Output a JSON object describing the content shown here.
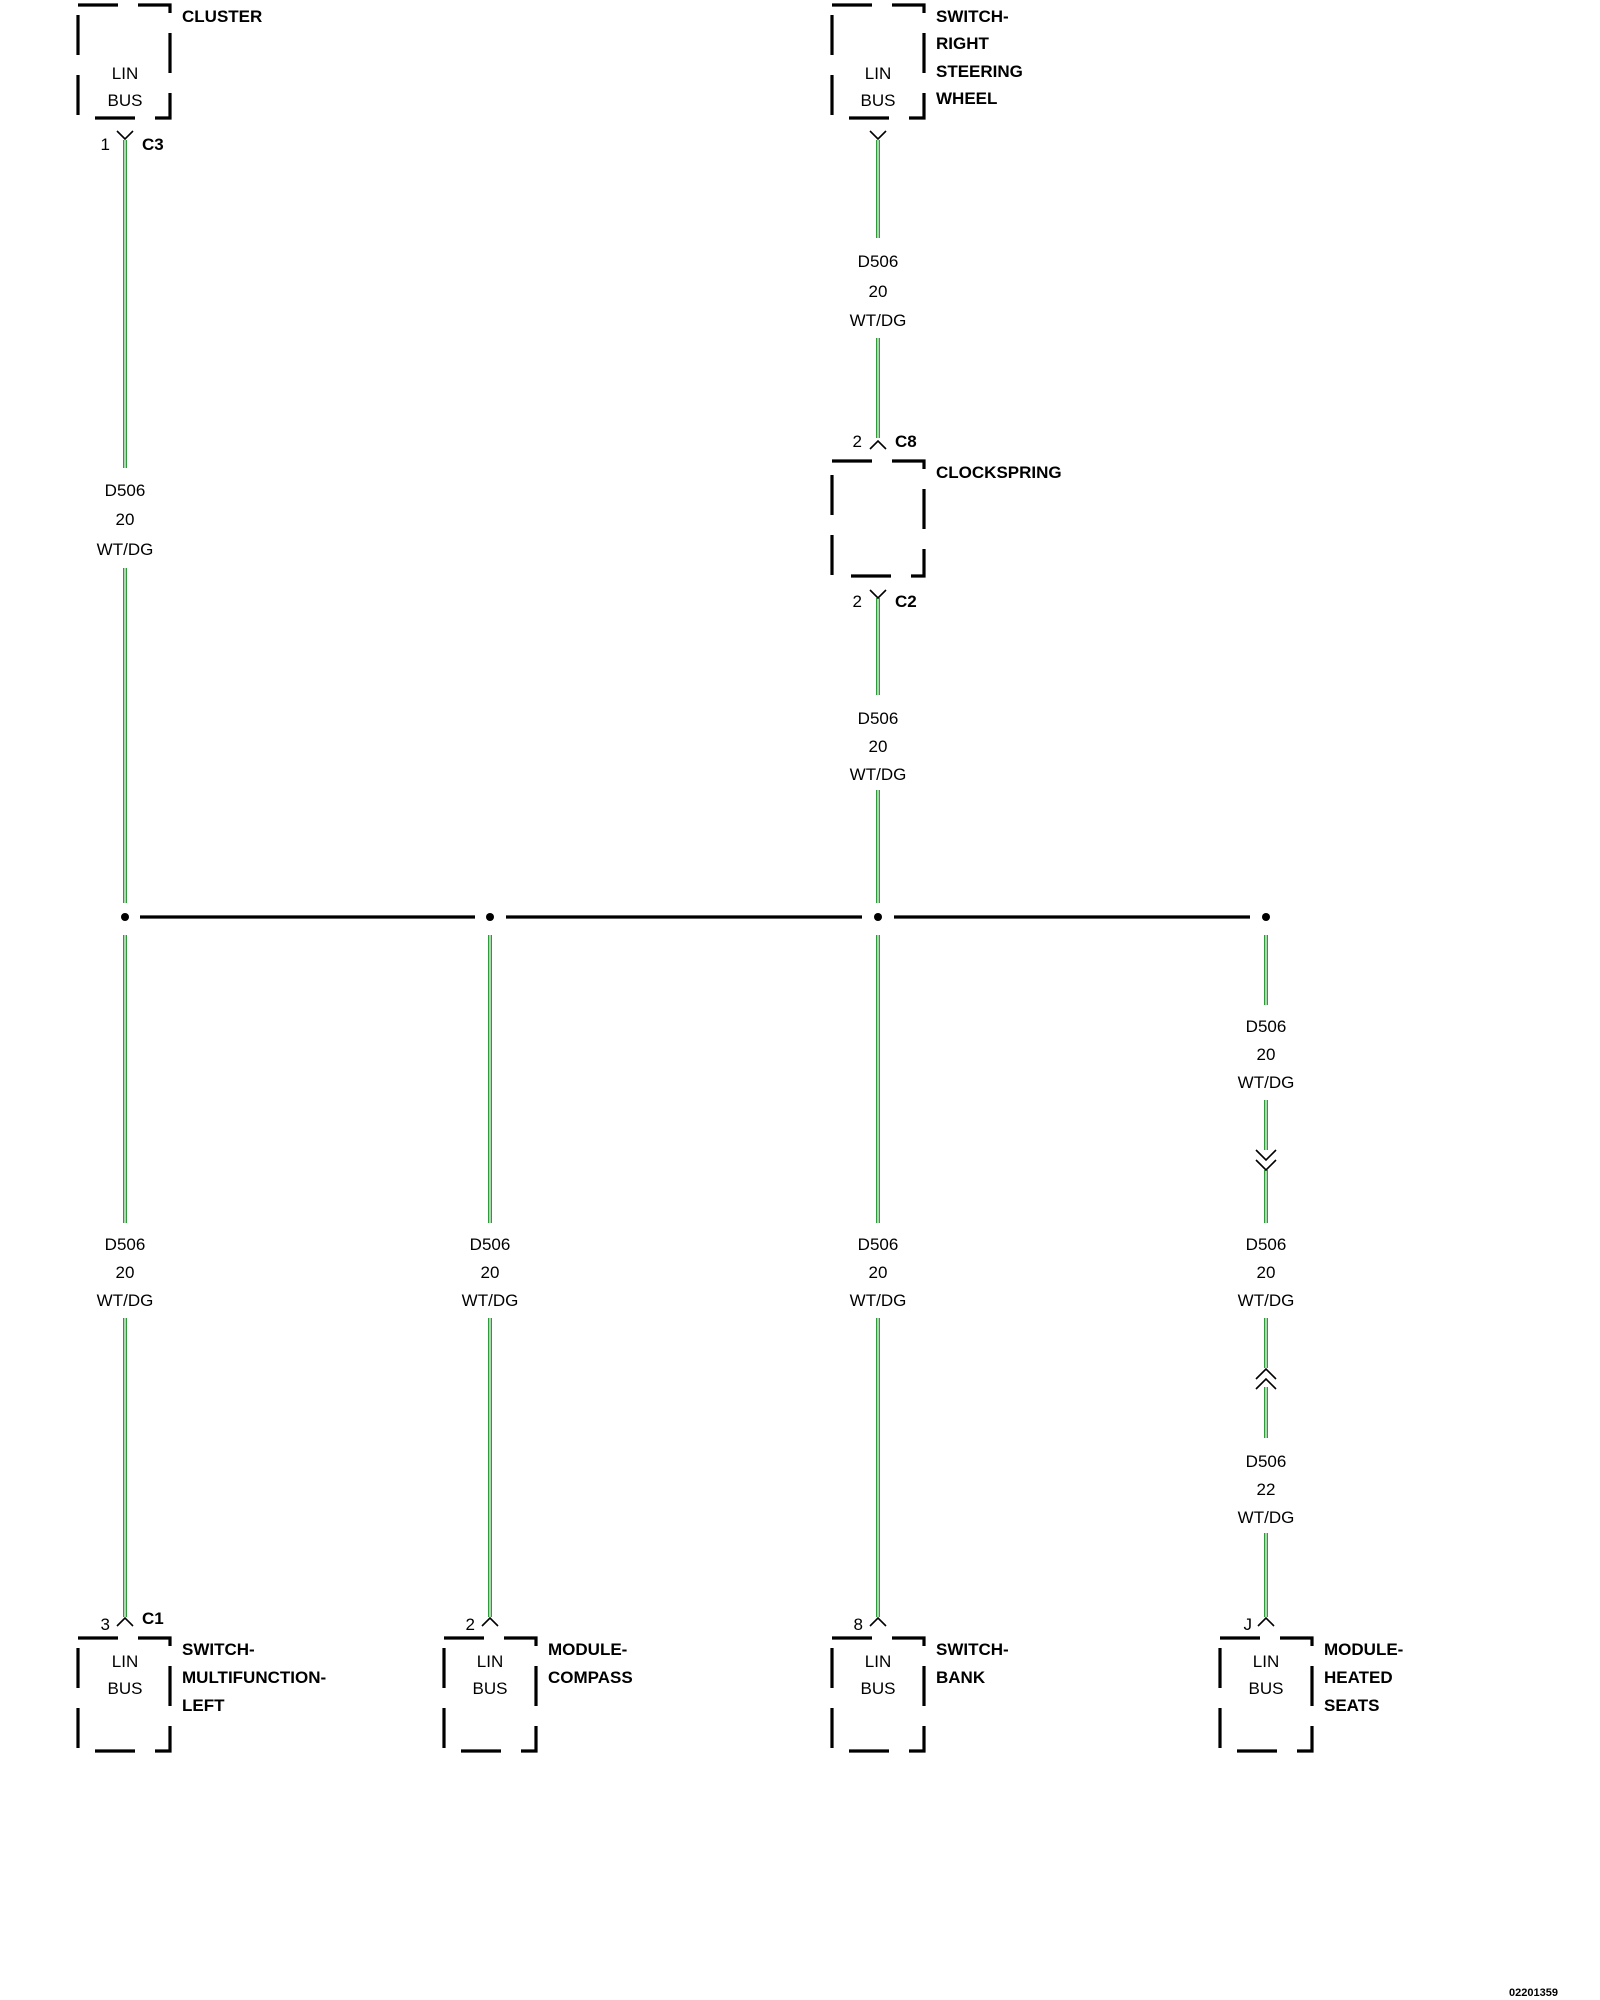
{
  "colors": {
    "wire": "#2f9a3a",
    "wire_stripe": "#ffffff",
    "ink": "#000000"
  },
  "components": {
    "cluster": {
      "name": [
        "CLUSTER"
      ],
      "lin": "LIN",
      "bus": "BUS",
      "connector": "C3",
      "pin": "1"
    },
    "switch_right_steering_wheel": {
      "name": [
        "SWITCH-",
        "RIGHT",
        "STEERING",
        "WHEEL"
      ],
      "lin": "LIN",
      "bus": "BUS"
    },
    "clockspring": {
      "name": [
        "CLOCKSPRING"
      ],
      "top_connector": "C8",
      "top_pin": "2",
      "bottom_connector": "C2",
      "bottom_pin": "2"
    },
    "switch_multifunction_left": {
      "name": [
        "SWITCH-",
        "MULTIFUNCTION-",
        "LEFT"
      ],
      "lin": "LIN",
      "bus": "BUS",
      "connector": "C1",
      "pin": "3"
    },
    "module_compass": {
      "name": [
        "MODULE-",
        "COMPASS"
      ],
      "lin": "LIN",
      "bus": "BUS",
      "pin": "2"
    },
    "switch_bank": {
      "name": [
        "SWITCH-",
        "BANK"
      ],
      "lin": "LIN",
      "bus": "BUS",
      "pin": "8"
    },
    "module_heated_seats": {
      "name": [
        "MODULE-",
        "HEATED",
        "SEATS"
      ],
      "lin": "LIN",
      "bus": "BUS",
      "pin": "J"
    }
  },
  "wires": {
    "cluster_to_splice": {
      "circuit": "D506",
      "gauge": "20",
      "color": "WT/DG"
    },
    "steering_to_clockspring": {
      "circuit": "D506",
      "gauge": "20",
      "color": "WT/DG"
    },
    "clockspring_to_splice": {
      "circuit": "D506",
      "gauge": "20",
      "color": "WT/DG"
    },
    "splice_to_multifunction": {
      "circuit": "D506",
      "gauge": "20",
      "color": "WT/DG"
    },
    "splice_to_compass": {
      "circuit": "D506",
      "gauge": "20",
      "color": "WT/DG"
    },
    "splice_to_switch_bank": {
      "circuit": "D506",
      "gauge": "20",
      "color": "WT/DG"
    },
    "splice_to_heated_seats_upper": {
      "circuit": "D506",
      "gauge": "20",
      "color": "WT/DG"
    },
    "heated_seats_middle": {
      "circuit": "D506",
      "gauge": "20",
      "color": "WT/DG"
    },
    "heated_seats_lower": {
      "circuit": "D506",
      "gauge": "22",
      "color": "WT/DG"
    }
  },
  "document_id": "02201359"
}
